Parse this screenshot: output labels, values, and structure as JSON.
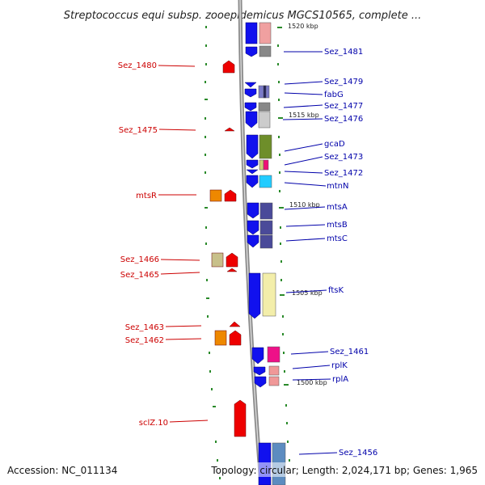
{
  "title": "Streptococcus equi subsp. zooepidemicus MGCS10565, complete ...",
  "footer": {
    "accession": "Accession: NC_011134",
    "topology": "Topology: circular; Length: 2,024,171 bp; Genes: 1,965"
  },
  "colors": {
    "backbone": "#8a8a8a",
    "left_label": "#cc0000",
    "right_label": "#0000aa",
    "tick": "#2a8a2a",
    "forward_feature": "#ee0000",
    "reverse_feature": "#1111ee"
  },
  "scale_labels": [
    "1520 kbp",
    "1515 kbp",
    "1510 kbp",
    "1505 kbp",
    "1500 kbp"
  ],
  "left_labels": [
    "Sez_1480",
    "Sez_1475",
    "mtsR",
    "Sez_1466",
    "Sez_1465",
    "Sez_1463",
    "Sez_1462",
    "sclZ.10"
  ],
  "right_labels": [
    "Sez_1481",
    "Sez_1479",
    "fabG",
    "Sez_1477",
    "Sez_1476",
    "gcaD",
    "Sez_1473",
    "Sez_1472",
    "mtnN",
    "mtsA",
    "mtsB",
    "mtsC",
    "ftsK",
    "Sez_1461",
    "rplK",
    "rplA",
    "Sez_1456"
  ]
}
